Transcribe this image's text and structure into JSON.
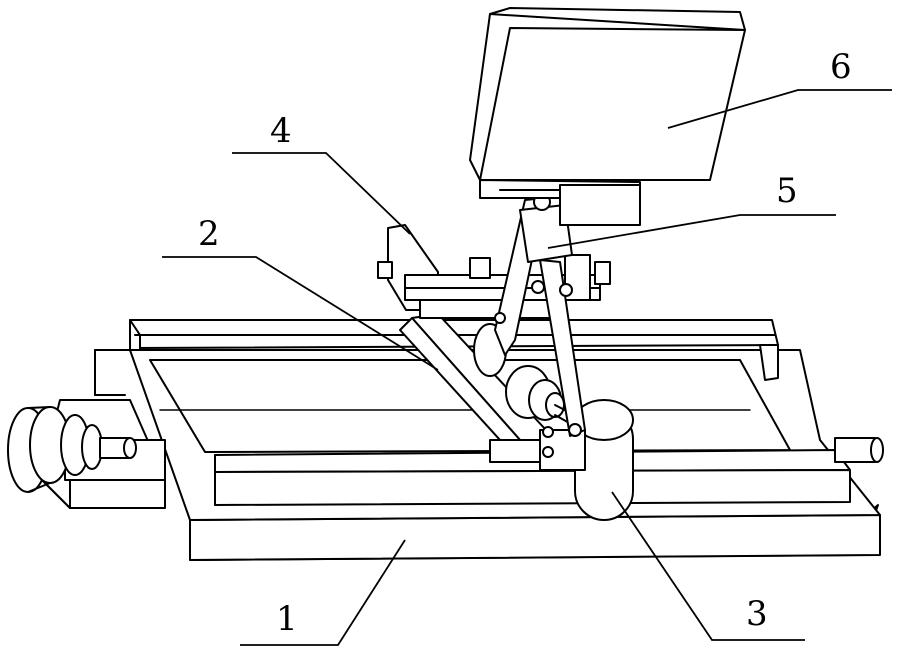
{
  "labels": {
    "part_1": "1",
    "part_2": "2",
    "part_3": "3",
    "part_4": "4",
    "part_5": "5",
    "part_6": "6"
  }
}
